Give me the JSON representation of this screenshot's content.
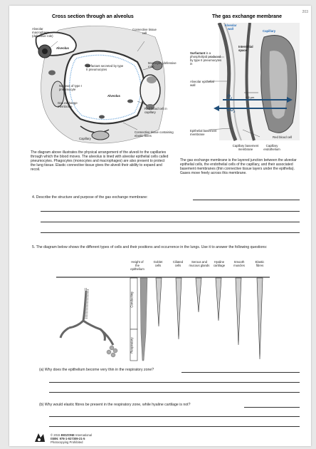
{
  "page_number": "203",
  "alveolus": {
    "title": "Cross section through an alveolus",
    "labels": {
      "macrophage": "Alveolar macrophage (defensive role)",
      "alveolus1": "Alveolus",
      "connective": "Connective tissue cell",
      "surfactant": "Surfactant secreted by type II pneumocytes",
      "monocyte": "Monocyte (defensive role)",
      "nucleus": "Nucleus of type I pneumocyte",
      "gas_membrane": "Gas exchange membrane",
      "alveolus2": "Alveolus",
      "rbc": "Red blood cell in capillary",
      "connective_fibres": "Connective tissue containing elastic fibres",
      "capillary": "Capillary"
    },
    "caption": "The diagram above illustrates the physical arrangement of the alveoli to the capillaries through which the blood moves. The alveolus is lined with alveolar epithelial cells called pneumocytes. Phagocytes (monocytes and macrophages) are also present to protect the lung tissue. Elastic connective tissue gives the alveoli their ability to expand and recoil."
  },
  "membrane": {
    "title": "The gas exchange membrane",
    "labels": {
      "alveolar_wall": "Alveolar wall",
      "capillary": "Capillary",
      "interstitial": "Interstitial space",
      "surfactant_bold": "Surfactant",
      "surfactant_rest": " is a phospholipid produced by type II pneumocytes in",
      "epithelial_wall": "Alveolar epithelial wall",
      "o2": "O",
      "o2_sub": "2",
      "co2": "CO",
      "co2_sub": "2",
      "size": "0.5 µm",
      "epithelial_bm": "Epithelial basement membrane",
      "capillary_bm": "Capillary basement membrane",
      "capillary_endo": "Capillary endothelium",
      "rbc": "Red blood cell"
    },
    "caption": "The gas exchange membrane is the layered junction between the alveolar epithelial cells, the endothelial cells of the capillary, and their associated basement membranes (thin connective tissue layers under the epithelia). Gases move freely across this membrane."
  },
  "q4": {
    "text": "4.   Describe the structure and purpose of the gas exchange membrane:"
  },
  "q5": {
    "text": "5.   The diagram below shows the different types of cells and their positions and occurrence in the lungs. Use it to answer the following questions:",
    "columns": [
      "Height of the epithelium",
      "Goblet cells",
      "Ciliated cells",
      "Serous and mucous glands",
      "Hyaline cartilage",
      "Smooth muscles",
      "Elastic fibres"
    ],
    "zone_conducting": "Conducting",
    "zone_respiratory": "Respiratory",
    "qa": "(a)  Why does the epithelium become very thin in the respiratory zone?",
    "qb": "(b)  Why would elastic fibres be present in the respiratory zone, while hyaline cartilage is not?"
  },
  "footer": {
    "line1": "© 2015 ",
    "brand": "BIOZONE",
    "line1_rest": " International",
    "isbn": "ISBN: 978-1-927309-21-5",
    "line3": "Photocopying Prohibited"
  }
}
